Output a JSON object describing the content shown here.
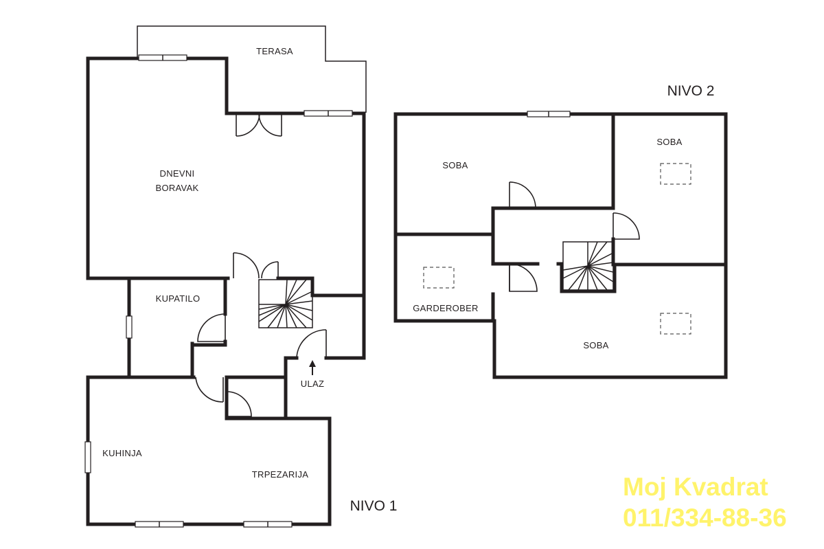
{
  "plan": {
    "levels": [
      {
        "label": "NIVO 1",
        "rooms": [
          "TERASA",
          "DNEVNI",
          "BORAVAK",
          "KUPATILO",
          "ULAZ",
          "KUHINJA",
          "TRPEZARIJA"
        ]
      },
      {
        "label": "NIVO 2",
        "rooms": [
          "SOBA",
          "SOBA",
          "GARDEROBER",
          "SOBA"
        ]
      }
    ]
  },
  "watermark": {
    "line1": "Moj Kvadrat",
    "line2": "011/334-88-36",
    "color": "#fff36b"
  },
  "colors": {
    "wall": "#231f20",
    "background": "#ffffff"
  }
}
